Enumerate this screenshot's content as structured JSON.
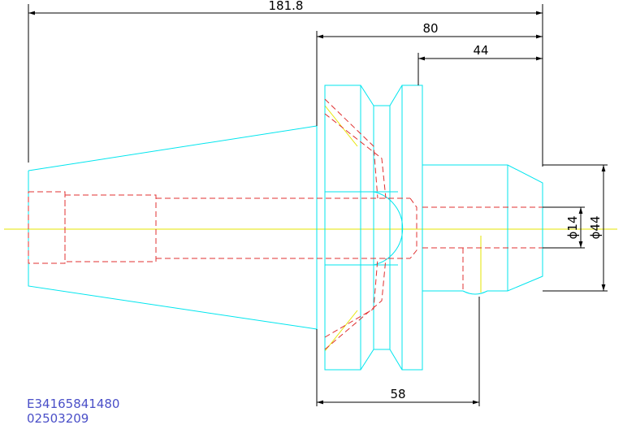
{
  "dimensions": {
    "overall_length": "181.8",
    "flange_to_end": "80",
    "shank_length": "44",
    "bottom_length": "58",
    "bore_diameter": "ϕ14",
    "shank_diameter": "ϕ44"
  },
  "codes": {
    "part_number": "E34165841480",
    "serial": "02503209"
  },
  "colors": {
    "outline": "#00e5ee",
    "hidden": "#e03030",
    "centerline": "#e6e600",
    "dimension": "#000000",
    "code_text": "#4a4fc8"
  }
}
